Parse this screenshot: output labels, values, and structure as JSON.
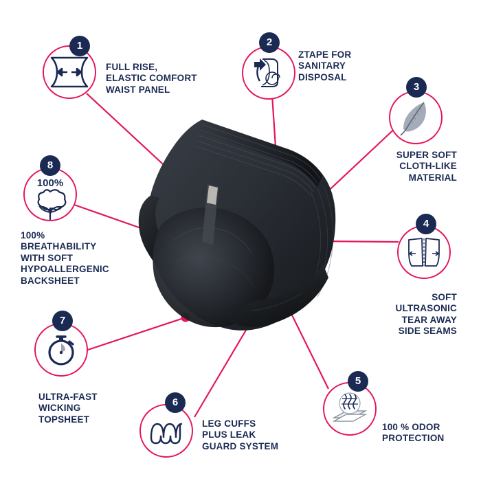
{
  "graphic": {
    "title": "Adult protective underwear feature callouts",
    "accent_color": "#E4175C",
    "text_color": "#1B2A53",
    "badge_color": "#1B2A53",
    "background_color": "#FFFFFF",
    "product_color": "#262A31"
  },
  "features": [
    {
      "number": "1",
      "icon": "waist-panel-arrows-icon",
      "label": "FULL RISE,\nELASTIC COMFORT\nWAIST PANEL",
      "align": "left"
    },
    {
      "number": "2",
      "icon": "rolled-tape-icon",
      "label": "ZTAPE FOR\nSANITARY\nDISPOSAL",
      "align": "left"
    },
    {
      "number": "3",
      "icon": "feather-icon",
      "label": "SUPER SOFT\nCLOTH-LIKE\nMATERIAL",
      "align": "right"
    },
    {
      "number": "4",
      "icon": "tear-away-seam-icon",
      "label": "SOFT\nULTRASONIC\nTEAR AWAY\nSIDE SEAMS",
      "align": "right"
    },
    {
      "number": "5",
      "icon": "odor-waves-icon",
      "label": "100 % ODOR\nPROTECTION",
      "align": "left"
    },
    {
      "number": "6",
      "icon": "leg-cuff-waves-icon",
      "label": "LEG CUFFS\nPLUS LEAK\nGUARD SYSTEM",
      "align": "left"
    },
    {
      "number": "7",
      "icon": "stopwatch-icon",
      "label": "ULTRA-FAST\nWICKING\nTOPSHEET",
      "align": "left"
    },
    {
      "number": "8",
      "icon": "cotton-boll-icon",
      "badge_text": "100%",
      "label": "100%\nBREATHABILITY\nWITH SOFT\nHYPOALLERGENIC\nBACKSHEET",
      "align": "left"
    }
  ]
}
